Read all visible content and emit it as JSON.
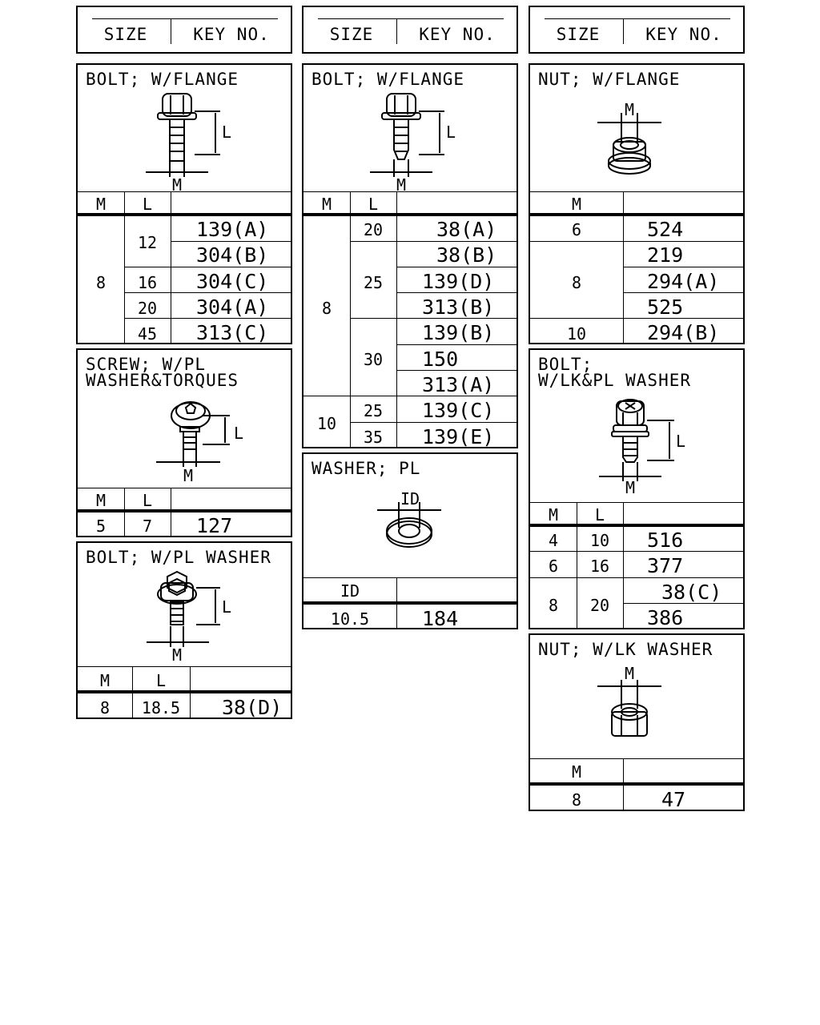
{
  "header": {
    "size_label": "SIZE",
    "key_label": "KEY NO."
  },
  "bolt_flange_1": {
    "title": "BOLT; W/FLANGE",
    "cols": {
      "m": "M",
      "l": "L"
    },
    "dim": {
      "l": "L",
      "m": "M"
    },
    "m_value": "8",
    "rows": [
      {
        "l": "12",
        "key": "139(A)"
      },
      {
        "key": "304(B)"
      },
      {
        "l": "16",
        "key": "304(C)"
      },
      {
        "l": "20",
        "key": "304(A)"
      },
      {
        "l": "45",
        "key": "313(C)"
      }
    ]
  },
  "screw_torques": {
    "title_1": "SCREW; W/PL",
    "title_2": "WASHER&TORQUES",
    "cols": {
      "m": "M",
      "l": "L"
    },
    "dim": {
      "l": "L",
      "m": "M"
    },
    "rows": [
      {
        "m": "5",
        "l": "7",
        "key": "127"
      }
    ]
  },
  "bolt_pl_washer": {
    "title": "BOLT; W/PL WASHER",
    "cols": {
      "m": "M",
      "l": "L"
    },
    "dim": {
      "l": "L",
      "m": "M"
    },
    "rows": [
      {
        "m": "8",
        "l": "18.5",
        "key": "38(D)"
      }
    ]
  },
  "bolt_flange_2": {
    "title": "BOLT; W/FLANGE",
    "cols": {
      "m": "M",
      "l": "L"
    },
    "dim": {
      "l": "L",
      "m": "M"
    },
    "m8": "8",
    "m10": "10",
    "l20": "20",
    "l25": "25",
    "l30": "30",
    "l25b": "25",
    "l35": "35",
    "keys": [
      "38(A)",
      "38(B)",
      "139(D)",
      "313(B)",
      "139(B)",
      "150",
      "313(A)",
      "139(C)",
      "139(E)"
    ]
  },
  "washer_pl": {
    "title": "WASHER; PL",
    "cols": {
      "id": "ID"
    },
    "dim": {
      "id": "ID"
    },
    "rows": [
      {
        "id": "10.5",
        "key": "184"
      }
    ]
  },
  "nut_flange": {
    "title": "NUT; W/FLANGE",
    "cols": {
      "m": "M"
    },
    "dim": {
      "m": "M"
    },
    "m6": "6",
    "m8": "8",
    "m10": "10",
    "keys": [
      "524",
      "219",
      "294(A)",
      "525",
      "294(B)"
    ]
  },
  "bolt_lk_pl": {
    "title_1": "BOLT;",
    "title_2": "W/LK&PL WASHER",
    "cols": {
      "m": "M",
      "l": "L"
    },
    "dim": {
      "l": "L",
      "m": "M"
    },
    "rows": [
      {
        "m": "4",
        "l": "10",
        "key": "516"
      },
      {
        "m": "6",
        "l": "16",
        "key": "377"
      }
    ],
    "m8": "8",
    "l20": "20",
    "keys8": [
      "38(C)",
      "386"
    ]
  },
  "nut_lk_washer": {
    "title": "NUT; W/LK WASHER",
    "cols": {
      "m": "M"
    },
    "dim": {
      "m": "M"
    },
    "rows": [
      {
        "m": "8",
        "key": "47"
      }
    ]
  }
}
